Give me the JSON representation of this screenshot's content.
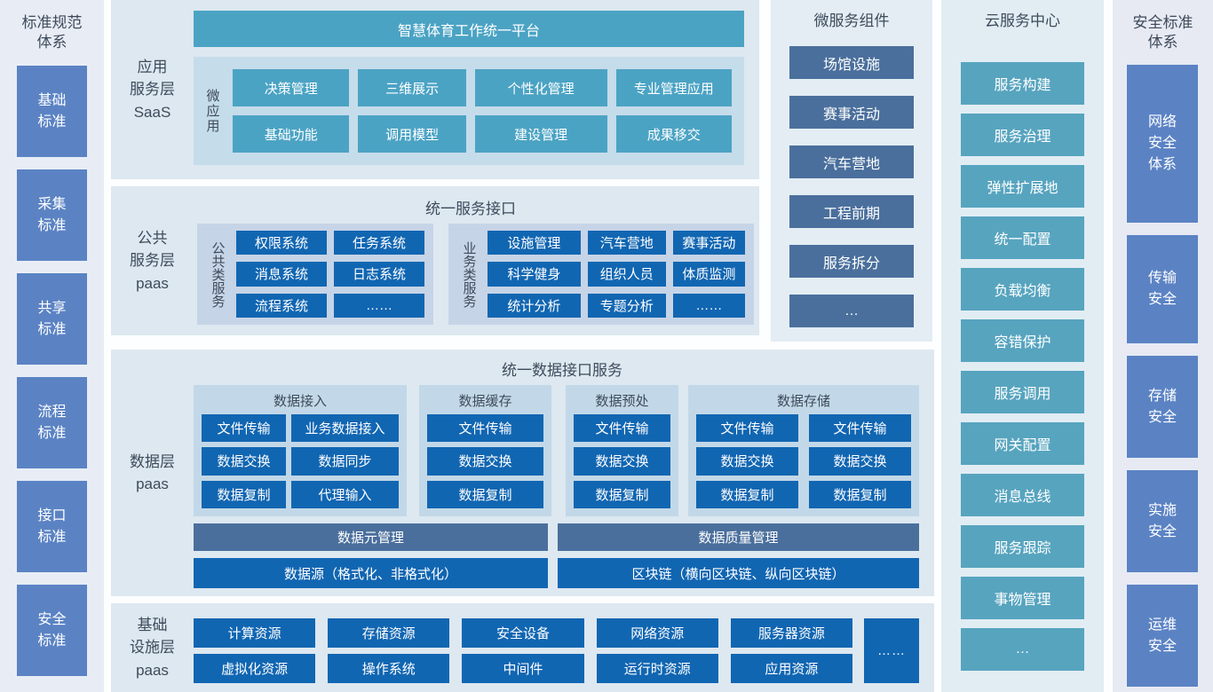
{
  "colors": {
    "teal_accent": "#4ba3c4",
    "cloud_teal": "#57a4bf",
    "bright_blue": "#1166b2",
    "slate_blue": "#4a6f9c",
    "periwinkle": "#5b83c4",
    "section_bg": "#dde8f0",
    "panel_bg": "#c2d8e8",
    "text_dark": "#3e4b5c"
  },
  "left_column": {
    "title": "标准规范\n体系",
    "items": [
      "基础\n标准",
      "采集\n标准",
      "共享\n标准",
      "流程\n标准",
      "接口\n标准",
      "安全\n标准"
    ]
  },
  "saas_section": {
    "label": "应用\n服务层\nSaaS",
    "header": "智慧体育工作统一平台",
    "micro_app_label": "微应用",
    "apps": [
      "决策管理",
      "三维展示",
      "个性化管理",
      "专业管理应用",
      "基础功能",
      "调用模型",
      "建设管理",
      "成果移交"
    ]
  },
  "public_section": {
    "label": "公共\n服务层\npaas",
    "header": "统一服务接口",
    "public_group": {
      "label": "公共类服务",
      "items": [
        "权限系统",
        "任务系统",
        "消息系统",
        "日志系统",
        "流程系统",
        "……"
      ]
    },
    "business_group": {
      "label": "业务类服务",
      "items": [
        "设施管理",
        "汽车营地",
        "赛事活动",
        "科学健身",
        "组织人员",
        "体质监测",
        "统计分析",
        "专题分析",
        "……"
      ]
    }
  },
  "data_section": {
    "label": "数据层\npaas",
    "header": "统一数据接口服务",
    "access_panel": {
      "title": "数据接入",
      "items": [
        "文件传输",
        "业务数据接入",
        "数据交换",
        "数据同步",
        "数据复制",
        "代理输入"
      ]
    },
    "cache_panel": {
      "title": "数据缓存",
      "items": [
        "文件传输",
        "数据交换",
        "数据复制"
      ]
    },
    "preprocess_panel": {
      "title": "数据预处",
      "items": [
        "文件传输",
        "数据交换",
        "数据复制"
      ]
    },
    "storage_panel": {
      "title": "数据存储",
      "items": [
        "文件传输",
        "文件传输",
        "数据交换",
        "数据交换",
        "数据复制",
        "数据复制"
      ]
    },
    "meta_bar_left": "数据元管理",
    "meta_bar_right": "数据质量管理",
    "source_bar_left": "数据源（格式化、非格式化）",
    "source_bar_right": "区块链（横向区块链、纵向区块链）"
  },
  "infra_section": {
    "label": "基础\n设施层\npaas",
    "items": [
      "计算资源",
      "存储资源",
      "安全设备",
      "网络资源",
      "服务器资源",
      "虚拟化资源",
      "操作系统",
      "中间件",
      "运行时资源",
      "应用资源"
    ],
    "more": "……"
  },
  "microservices_column": {
    "title": "微服务组件",
    "items": [
      "场馆设施",
      "赛事活动",
      "汽车营地",
      "工程前期",
      "服务拆分",
      "…"
    ]
  },
  "cloud_column": {
    "title": "云服务中心",
    "items": [
      "服务构建",
      "服务治理",
      "弹性扩展地",
      "统一配置",
      "负载均衡",
      "容错保护",
      "服务调用",
      "网关配置",
      "消息总线",
      "服务跟踪",
      "事物管理",
      "…"
    ]
  },
  "security_column": {
    "title": "安全标准\n体系",
    "items": [
      "网络\n安全\n体系",
      "传输\n安全",
      "存储\n安全",
      "实施\n安全",
      "运维\n安全"
    ]
  }
}
